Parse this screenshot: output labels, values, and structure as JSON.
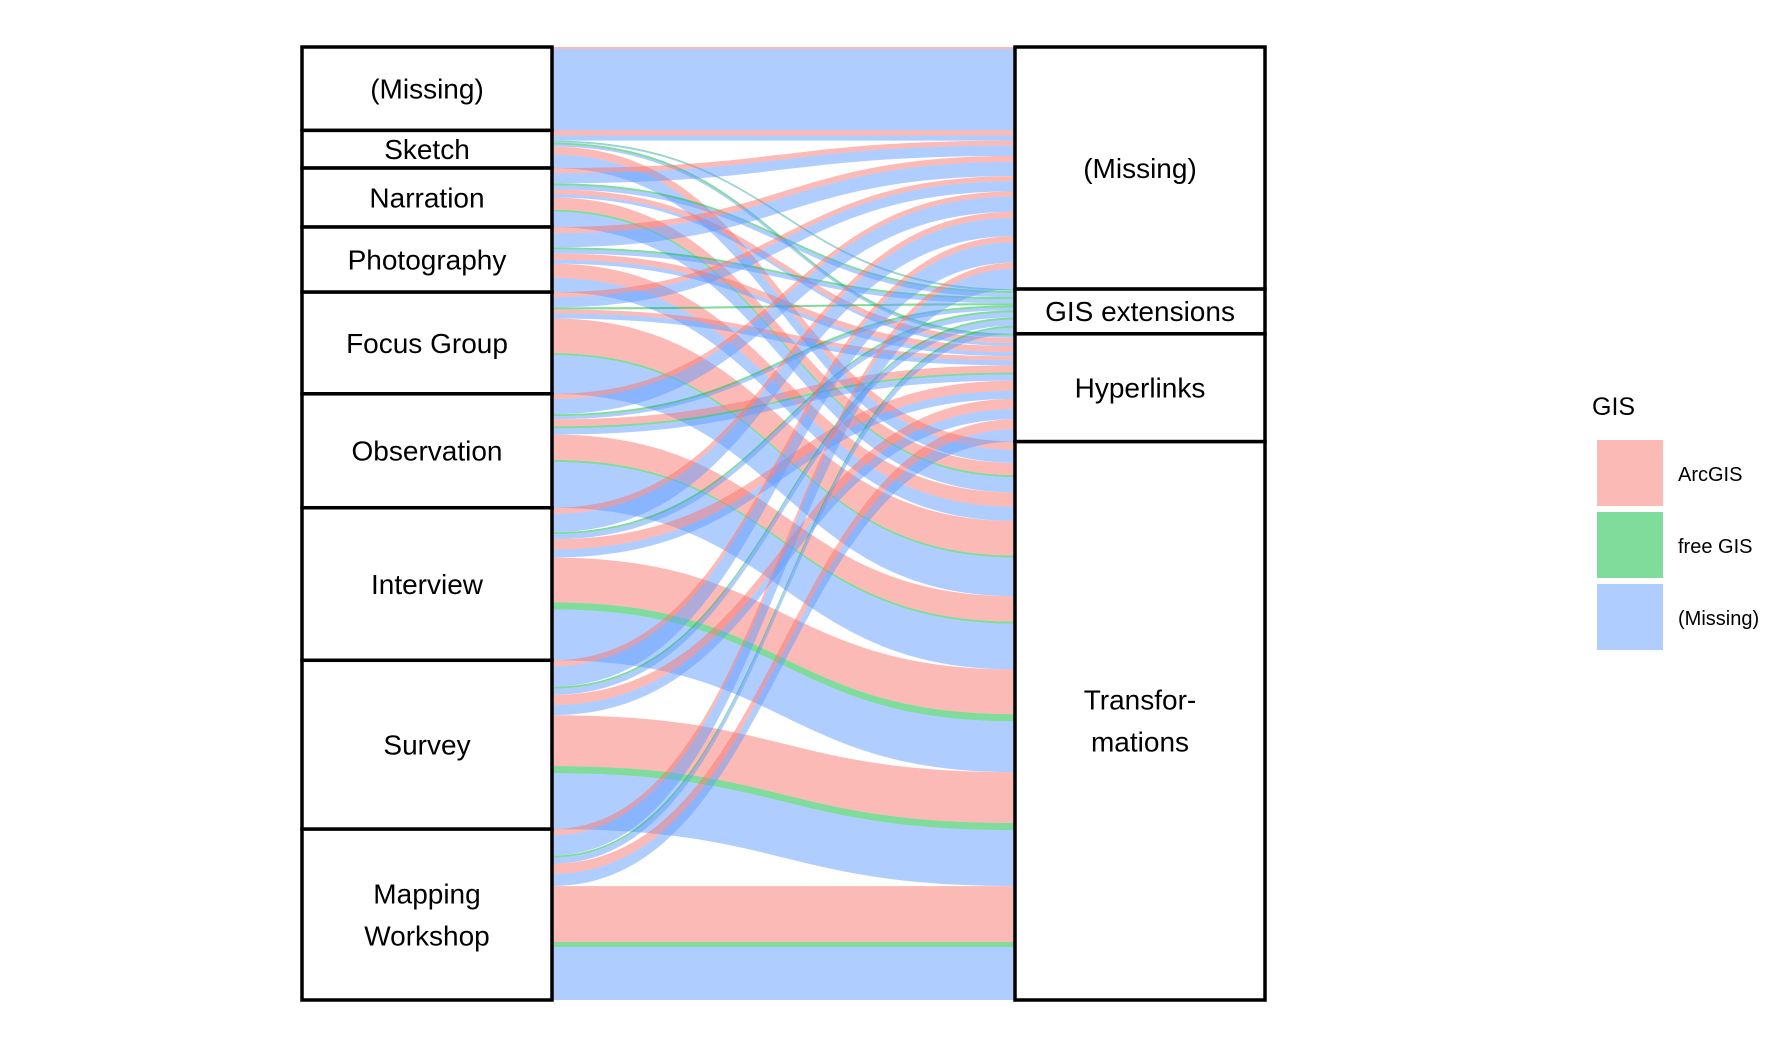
{
  "chart_data": {
    "type": "alluvial",
    "title": "",
    "legend": {
      "title": "GIS",
      "position": "right",
      "entries": [
        {
          "label": "ArcGIS",
          "color": "#F8766D"
        },
        {
          "label": "free GIS",
          "color": "#00BA38"
        },
        {
          "label": "(Missing)",
          "color": "#619CFF"
        }
      ]
    },
    "left_axis": {
      "strata": [
        {
          "id": "missing",
          "lines": [
            "(Missing)"
          ]
        },
        {
          "id": "sketch",
          "lines": [
            "Sketch"
          ]
        },
        {
          "id": "narration",
          "lines": [
            "Narration"
          ]
        },
        {
          "id": "photography",
          "lines": [
            "Photography"
          ]
        },
        {
          "id": "focus_group",
          "lines": [
            "Focus Group"
          ]
        },
        {
          "id": "observation",
          "lines": [
            "Observation"
          ]
        },
        {
          "id": "interview",
          "lines": [
            "Interview"
          ]
        },
        {
          "id": "survey",
          "lines": [
            "Survey"
          ]
        },
        {
          "id": "mapping_workshop",
          "lines": [
            "Mapping",
            "Workshop"
          ]
        }
      ]
    },
    "right_axis": {
      "strata": [
        {
          "id": "missing",
          "lines": [
            "(Missing)"
          ]
        },
        {
          "id": "gis_ext",
          "lines": [
            "GIS extensions"
          ]
        },
        {
          "id": "hyperlinks",
          "lines": [
            "Hyperlinks"
          ]
        },
        {
          "id": "transformations",
          "lines": [
            "Transfor-",
            "mations"
          ]
        }
      ]
    },
    "flows": [
      {
        "from": "missing",
        "to": "missing",
        "gis": "ArcGIS",
        "value": 0.2
      },
      {
        "from": "missing",
        "to": "missing",
        "gis": "(Missing)",
        "value": 8
      },
      {
        "from": "sketch",
        "to": "missing",
        "gis": "ArcGIS",
        "value": 0.5
      },
      {
        "from": "sketch",
        "to": "missing",
        "gis": "(Missing)",
        "value": 0.5
      },
      {
        "from": "sketch",
        "to": "gis_ext",
        "gis": "(Missing)",
        "value": 0.1
      },
      {
        "from": "sketch",
        "to": "gis_ext",
        "gis": "free GIS",
        "value": 0.1
      },
      {
        "from": "sketch",
        "to": "hyperlinks",
        "gis": "free GIS",
        "value": 0.2
      },
      {
        "from": "sketch",
        "to": "hyperlinks",
        "gis": "(Missing)",
        "value": 0.2
      },
      {
        "from": "sketch",
        "to": "transformations",
        "gis": "ArcGIS",
        "value": 0.8
      },
      {
        "from": "sketch",
        "to": "transformations",
        "gis": "(Missing)",
        "value": 1.3
      },
      {
        "from": "narration",
        "to": "missing",
        "gis": "ArcGIS",
        "value": 0.5
      },
      {
        "from": "narration",
        "to": "missing",
        "gis": "(Missing)",
        "value": 1.0
      },
      {
        "from": "narration",
        "to": "gis_ext",
        "gis": "free GIS",
        "value": 0.2
      },
      {
        "from": "narration",
        "to": "gis_ext",
        "gis": "(Missing)",
        "value": 0.4
      },
      {
        "from": "narration",
        "to": "hyperlinks",
        "gis": "ArcGIS",
        "value": 0.5
      },
      {
        "from": "narration",
        "to": "hyperlinks",
        "gis": "(Missing)",
        "value": 0.3
      },
      {
        "from": "narration",
        "to": "transformations",
        "gis": "ArcGIS",
        "value": 1.2
      },
      {
        "from": "narration",
        "to": "transformations",
        "gis": "free GIS",
        "value": 0.2
      },
      {
        "from": "narration",
        "to": "transformations",
        "gis": "(Missing)",
        "value": 1.5
      },
      {
        "from": "photography",
        "to": "missing",
        "gis": "ArcGIS",
        "value": 0.6
      },
      {
        "from": "photography",
        "to": "missing",
        "gis": "(Missing)",
        "value": 1.4
      },
      {
        "from": "photography",
        "to": "gis_ext",
        "gis": "free GIS",
        "value": 0.2
      },
      {
        "from": "photography",
        "to": "gis_ext",
        "gis": "(Missing)",
        "value": 0.4
      },
      {
        "from": "photography",
        "to": "hyperlinks",
        "gis": "ArcGIS",
        "value": 0.6
      },
      {
        "from": "photography",
        "to": "hyperlinks",
        "gis": "(Missing)",
        "value": 0.4
      },
      {
        "from": "photography",
        "to": "transformations",
        "gis": "ArcGIS",
        "value": 1.4
      },
      {
        "from": "photography",
        "to": "transformations",
        "gis": "(Missing)",
        "value": 1.4
      },
      {
        "from": "focus_group",
        "to": "missing",
        "gis": "ArcGIS",
        "value": 0.5
      },
      {
        "from": "focus_group",
        "to": "missing",
        "gis": "(Missing)",
        "value": 1.0
      },
      {
        "from": "focus_group",
        "to": "gis_ext",
        "gis": "free GIS",
        "value": 0.2
      },
      {
        "from": "focus_group",
        "to": "hyperlinks",
        "gis": "ArcGIS",
        "value": 0.4
      },
      {
        "from": "focus_group",
        "to": "hyperlinks",
        "gis": "(Missing)",
        "value": 0.5
      },
      {
        "from": "focus_group",
        "to": "transformations",
        "gis": "ArcGIS",
        "value": 3.4
      },
      {
        "from": "focus_group",
        "to": "transformations",
        "gis": "free GIS",
        "value": 0.2
      },
      {
        "from": "focus_group",
        "to": "transformations",
        "gis": "(Missing)",
        "value": 3.8
      },
      {
        "from": "observation",
        "to": "missing",
        "gis": "ArcGIS",
        "value": 0.5
      },
      {
        "from": "observation",
        "to": "missing",
        "gis": "(Missing)",
        "value": 1.5
      },
      {
        "from": "observation",
        "to": "gis_ext",
        "gis": "free GIS",
        "value": 0.2
      },
      {
        "from": "observation",
        "to": "gis_ext",
        "gis": "(Missing)",
        "value": 0.3
      },
      {
        "from": "observation",
        "to": "hyperlinks",
        "gis": "ArcGIS",
        "value": 0.7
      },
      {
        "from": "observation",
        "to": "hyperlinks",
        "gis": "free GIS",
        "value": 0.2
      },
      {
        "from": "observation",
        "to": "hyperlinks",
        "gis": "(Missing)",
        "value": 0.6
      },
      {
        "from": "observation",
        "to": "transformations",
        "gis": "ArcGIS",
        "value": 2.5
      },
      {
        "from": "observation",
        "to": "transformations",
        "gis": "free GIS",
        "value": 0.2
      },
      {
        "from": "observation",
        "to": "transformations",
        "gis": "(Missing)",
        "value": 4.5
      },
      {
        "from": "interview",
        "to": "missing",
        "gis": "ArcGIS",
        "value": 0.6
      },
      {
        "from": "interview",
        "to": "missing",
        "gis": "(Missing)",
        "value": 1.8
      },
      {
        "from": "interview",
        "to": "gis_ext",
        "gis": "free GIS",
        "value": 0.2
      },
      {
        "from": "interview",
        "to": "gis_ext",
        "gis": "(Missing)",
        "value": 0.5
      },
      {
        "from": "interview",
        "to": "hyperlinks",
        "gis": "ArcGIS",
        "value": 1.0
      },
      {
        "from": "interview",
        "to": "hyperlinks",
        "gis": "(Missing)",
        "value": 0.8
      },
      {
        "from": "interview",
        "to": "transformations",
        "gis": "ArcGIS",
        "value": 4.4
      },
      {
        "from": "interview",
        "to": "transformations",
        "gis": "free GIS",
        "value": 0.7
      },
      {
        "from": "interview",
        "to": "transformations",
        "gis": "(Missing)",
        "value": 5.0
      },
      {
        "from": "survey",
        "to": "missing",
        "gis": "ArcGIS",
        "value": 0.6
      },
      {
        "from": "survey",
        "to": "missing",
        "gis": "(Missing)",
        "value": 2.0
      },
      {
        "from": "survey",
        "to": "gis_ext",
        "gis": "free GIS",
        "value": 0.2
      },
      {
        "from": "survey",
        "to": "gis_ext",
        "gis": "(Missing)",
        "value": 0.6
      },
      {
        "from": "survey",
        "to": "hyperlinks",
        "gis": "ArcGIS",
        "value": 1.0
      },
      {
        "from": "survey",
        "to": "hyperlinks",
        "gis": "(Missing)",
        "value": 1.0
      },
      {
        "from": "survey",
        "to": "transformations",
        "gis": "ArcGIS",
        "value": 5.0
      },
      {
        "from": "survey",
        "to": "transformations",
        "gis": "free GIS",
        "value": 0.7
      },
      {
        "from": "survey",
        "to": "transformations",
        "gis": "(Missing)",
        "value": 5.5
      },
      {
        "from": "mapping_workshop",
        "to": "missing",
        "gis": "ArcGIS",
        "value": 0.6
      },
      {
        "from": "mapping_workshop",
        "to": "missing",
        "gis": "(Missing)",
        "value": 2.0
      },
      {
        "from": "mapping_workshop",
        "to": "gis_ext",
        "gis": "free GIS",
        "value": 0.2
      },
      {
        "from": "mapping_workshop",
        "to": "gis_ext",
        "gis": "(Missing)",
        "value": 0.6
      },
      {
        "from": "mapping_workshop",
        "to": "hyperlinks",
        "gis": "ArcGIS",
        "value": 1.0
      },
      {
        "from": "mapping_workshop",
        "to": "hyperlinks",
        "gis": "(Missing)",
        "value": 1.2
      },
      {
        "from": "mapping_workshop",
        "to": "transformations",
        "gis": "ArcGIS",
        "value": 5.5
      },
      {
        "from": "mapping_workshop",
        "to": "transformations",
        "gis": "free GIS",
        "value": 0.5
      },
      {
        "from": "mapping_workshop",
        "to": "transformations",
        "gis": "(Missing)",
        "value": 5.2
      }
    ]
  }
}
